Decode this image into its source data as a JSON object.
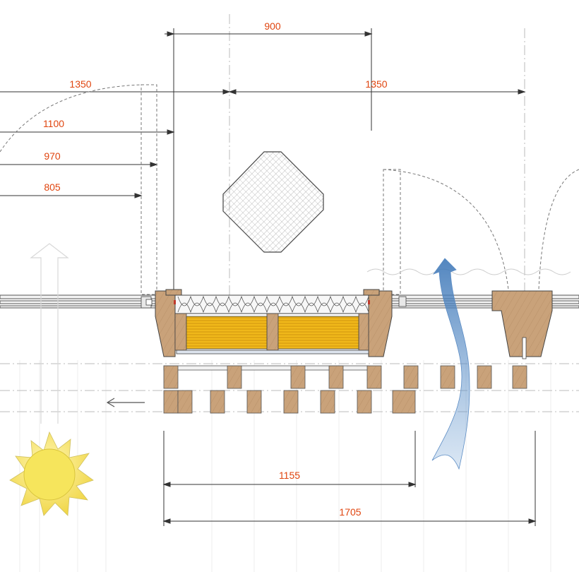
{
  "dimensions": {
    "d900": "900",
    "d1350_left": "1350",
    "d1350_right": "1350",
    "d1100": "1100",
    "d970": "970",
    "d805": "805",
    "d1155": "1155",
    "d1705": "1705"
  },
  "colors": {
    "dimension_text": "#e0450f",
    "wood": "#c9a27a",
    "insulation": "#f0b81a",
    "airflow": "#6e9fd3",
    "sun": "#f7e26b",
    "line": "#333333"
  },
  "icons": {
    "sun": "sun-icon",
    "airflow": "curved-up-arrow-icon",
    "ventilation": "up-arrow-icon",
    "direction": "left-arrow-icon"
  }
}
